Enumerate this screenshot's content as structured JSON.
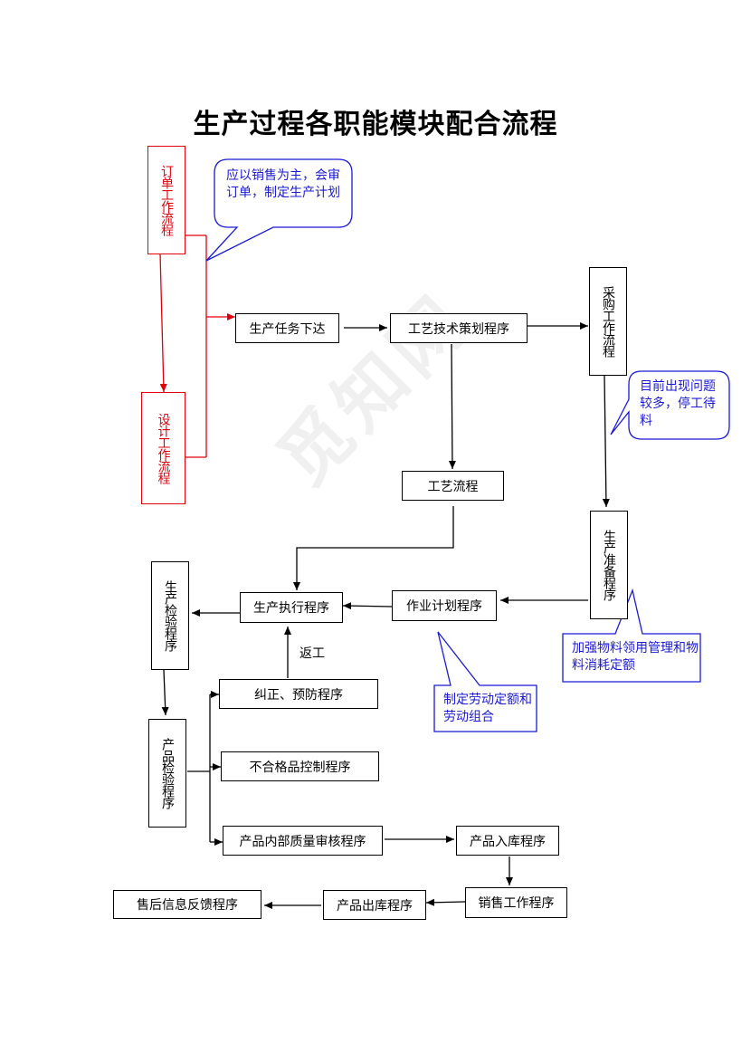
{
  "title": "生产过程各职能模块配合流程",
  "watermark": "觅知网",
  "colors": {
    "red": "#e0000b",
    "blue": "#1a1ad6",
    "black": "#000000"
  },
  "nodes": {
    "order_flow": "订单工作流程",
    "design_flow": "设计工作流程",
    "task_issue": "生产任务下达",
    "process_plan": "工艺技术策划程序",
    "purchase_flow": "采购工作流程",
    "process_flow": "工艺流程",
    "prod_prep": "生产准备程序",
    "work_plan": "作业计划程序",
    "prod_exec": "生产执行程序",
    "prod_inspect": "生产检验程序",
    "corrective": "纠正、预防程序",
    "nonconforming": "不合格品控制程序",
    "product_inspect": "产品检验程序",
    "internal_audit": "产品内部质量审核程序",
    "warehouse_in": "产品入库程序",
    "sales_flow": "销售工作程序",
    "warehouse_out": "产品出库程序",
    "aftersales": "售后信息反馈程序"
  },
  "labels": {
    "rework": "返工"
  },
  "notes": {
    "sales_first": "应以销售为主，会审订单，制定生产计划",
    "many_issues": "目前出现问题较多，停工待料",
    "materials": "加强物料领用管理和物料消耗定额",
    "labor": "制定劳动定额和劳动组合"
  }
}
